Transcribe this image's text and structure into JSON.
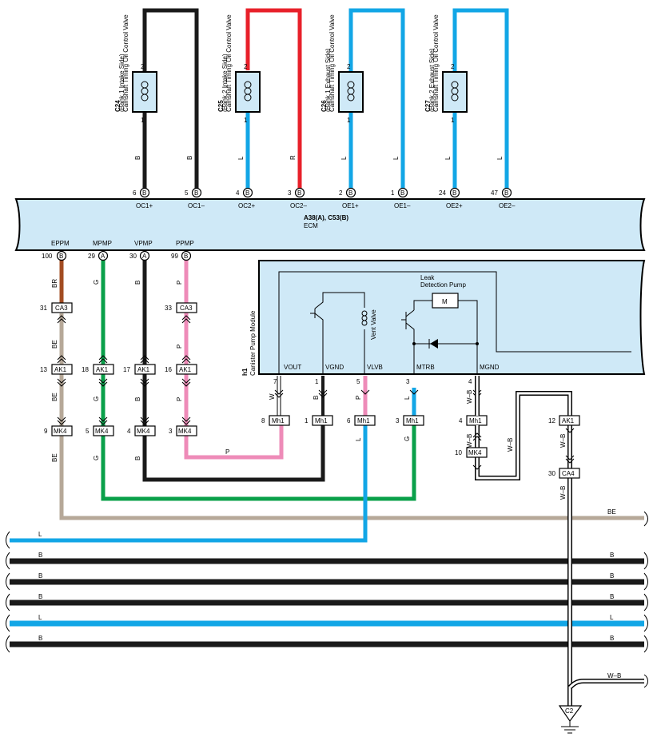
{
  "colors": {
    "B": "#1a1a1a",
    "R": "#e8202a",
    "L": "#12a6e6",
    "BR": "#a24c22",
    "BE": "#b6a898",
    "G": "#0aa04a",
    "P": "#ee8bb8",
    "W": "#ffffff",
    "box": "#cfe9f7"
  },
  "valves": [
    {
      "code": "C24",
      "name": "Camshaft Timing Oil Control Valve",
      "side": "(Bank 1 Intake Side)"
    },
    {
      "code": "C25",
      "name": "Camshaft Timing Oil Control Valve",
      "side": "(Bank 2 Intake Side)"
    },
    {
      "code": "C26",
      "name": "Camshaft Timing Oil Control Valve",
      "side": "(Bank 1 Exhaust Side)"
    },
    {
      "code": "C27",
      "name": "Camshaft Timing Oil Control Valve",
      "side": "(Bank 2 Exhaust Side)"
    }
  ],
  "valve_pins": {
    "top": "2",
    "bottom": "1"
  },
  "ecm": {
    "title": "A38(A), C53(B)",
    "subtitle": "ECM"
  },
  "ecm_top_pins": [
    {
      "num": "6",
      "conn": "B",
      "label": "OC1+",
      "wire": "B"
    },
    {
      "num": "5",
      "conn": "B",
      "label": "OC1–",
      "wire": "B"
    },
    {
      "num": "4",
      "conn": "B",
      "label": "OC2+",
      "wire": "L"
    },
    {
      "num": "3",
      "conn": "B",
      "label": "OC2–",
      "wire": "R"
    },
    {
      "num": "2",
      "conn": "B",
      "label": "OE1+",
      "wire": "L"
    },
    {
      "num": "1",
      "conn": "B",
      "label": "OE1–",
      "wire": "L"
    },
    {
      "num": "24",
      "conn": "B",
      "label": "OE2+",
      "wire": "L"
    },
    {
      "num": "47",
      "conn": "B",
      "label": "OE2–",
      "wire": "L"
    }
  ],
  "ecm_bottom_pins": [
    {
      "num": "100",
      "conn": "B",
      "label": "EPPM",
      "wire": "BR"
    },
    {
      "num": "29",
      "conn": "A",
      "label": "MPMP",
      "wire": "G"
    },
    {
      "num": "30",
      "conn": "A",
      "label": "VPMP",
      "wire": "B"
    },
    {
      "num": "99",
      "conn": "B",
      "label": "PPMP",
      "wire": "P"
    }
  ],
  "connectors": {
    "ca3": [
      {
        "num": "31",
        "name": "CA3"
      },
      {
        "num": "33",
        "name": "CA3"
      }
    ],
    "ak1": [
      {
        "num": "13",
        "name": "AK1"
      },
      {
        "num": "18",
        "name": "AK1"
      },
      {
        "num": "17",
        "name": "AK1"
      },
      {
        "num": "16",
        "name": "AK1"
      }
    ],
    "mk4": [
      {
        "num": "9",
        "name": "MK4"
      },
      {
        "num": "5",
        "name": "MK4"
      },
      {
        "num": "4",
        "name": "MK4"
      },
      {
        "num": "3",
        "name": "MK4"
      }
    ],
    "mh1": [
      {
        "num": "8",
        "name": "Mh1"
      },
      {
        "num": "1",
        "name": "Mh1"
      },
      {
        "num": "6",
        "name": "Mh1"
      },
      {
        "num": "3",
        "name": "Mh1"
      },
      {
        "num": "4",
        "name": "Mh1"
      }
    ],
    "right": [
      {
        "num": "10",
        "name": "MK4"
      },
      {
        "num": "12",
        "name": "AK1"
      },
      {
        "num": "30",
        "name": "CA4"
      }
    ]
  },
  "pump_module": {
    "code": "h1",
    "name": "Canister Pump Module",
    "leak_pump": "Leak\nDetection Pump",
    "motor": "M",
    "vent_valve": "Vent Valve",
    "pins": [
      {
        "num": "7",
        "label": "VOUT",
        "wire": "W"
      },
      {
        "num": "1",
        "label": "VGND",
        "wire": "B"
      },
      {
        "num": "5",
        "label": "VLVB",
        "wire": "P"
      },
      {
        "num": "3",
        "label": "MTRB",
        "wire": "L"
      },
      {
        "num": "4",
        "label": "MGND",
        "wire": "W–B"
      }
    ]
  },
  "bus_lines": [
    {
      "left": "",
      "right": "BE",
      "color": "BE"
    },
    {
      "left": "L",
      "right": "",
      "color": "L"
    },
    {
      "left": "B",
      "right": "B",
      "color": "B"
    },
    {
      "left": "B",
      "right": "B",
      "color": "B"
    },
    {
      "left": "B",
      "right": "B",
      "color": "B"
    },
    {
      "left": "L",
      "right": "L",
      "color": "L"
    },
    {
      "left": "B",
      "right": "B",
      "color": "B"
    }
  ],
  "wire_labels": {
    "BR": "BR",
    "BE": "BE",
    "G": "G",
    "B": "B",
    "P": "P",
    "L": "L",
    "W": "W",
    "WB": "W–B",
    "R": "R"
  },
  "ground": {
    "name": "C2",
    "branch_label": "W–B"
  }
}
